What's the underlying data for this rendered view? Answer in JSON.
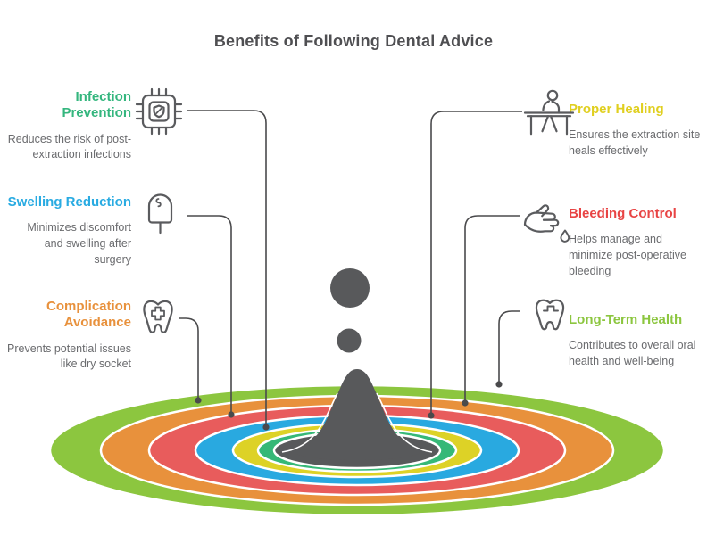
{
  "title": "Benefits of Following Dental Advice",
  "colors": {
    "title": "#4f4f52",
    "body_text": "#6a6b6e",
    "connector": "#4a4a4c",
    "splash": "#58595b",
    "rings": {
      "outer_green": "#8cc63f",
      "orange": "#e8913c",
      "red": "#e85c5c",
      "blue": "#29a9e0",
      "yellow": "#ddd226",
      "inner_green": "#36b877",
      "pool": "#58595b"
    }
  },
  "items": [
    {
      "id": "infection-prevention",
      "side": "left",
      "title": "Infection Prevention",
      "description": "Reduces the risk of post-extraction infections",
      "color": "#34b67e",
      "icon": "chip-shield-icon"
    },
    {
      "id": "swelling-reduction",
      "side": "left",
      "title": "Swelling Reduction",
      "description": "Minimizes discomfort and swelling after surgery",
      "color": "#29abe2",
      "icon": "ice-pack-icon"
    },
    {
      "id": "complication-avoidance",
      "side": "left",
      "title": "Complication Avoidance",
      "description": "Prevents potential issues like dry socket",
      "color": "#e8913c",
      "icon": "tooth-cross-icon"
    },
    {
      "id": "proper-healing",
      "side": "right",
      "title": "Proper Healing",
      "description": "Ensures the extraction site heals effectively",
      "color": "#e0cf1f",
      "icon": "person-desk-icon"
    },
    {
      "id": "bleeding-control",
      "side": "right",
      "title": "Bleeding Control",
      "description": "Helps manage and minimize post-operative bleeding",
      "color": "#e84444",
      "icon": "pointing-hand-drop-icon"
    },
    {
      "id": "long-term-health",
      "side": "right",
      "title": "Long-Term Health",
      "description": "Contributes to overall oral health and well-being",
      "color": "#8cc63f",
      "icon": "tooth-crown-icon"
    }
  ]
}
